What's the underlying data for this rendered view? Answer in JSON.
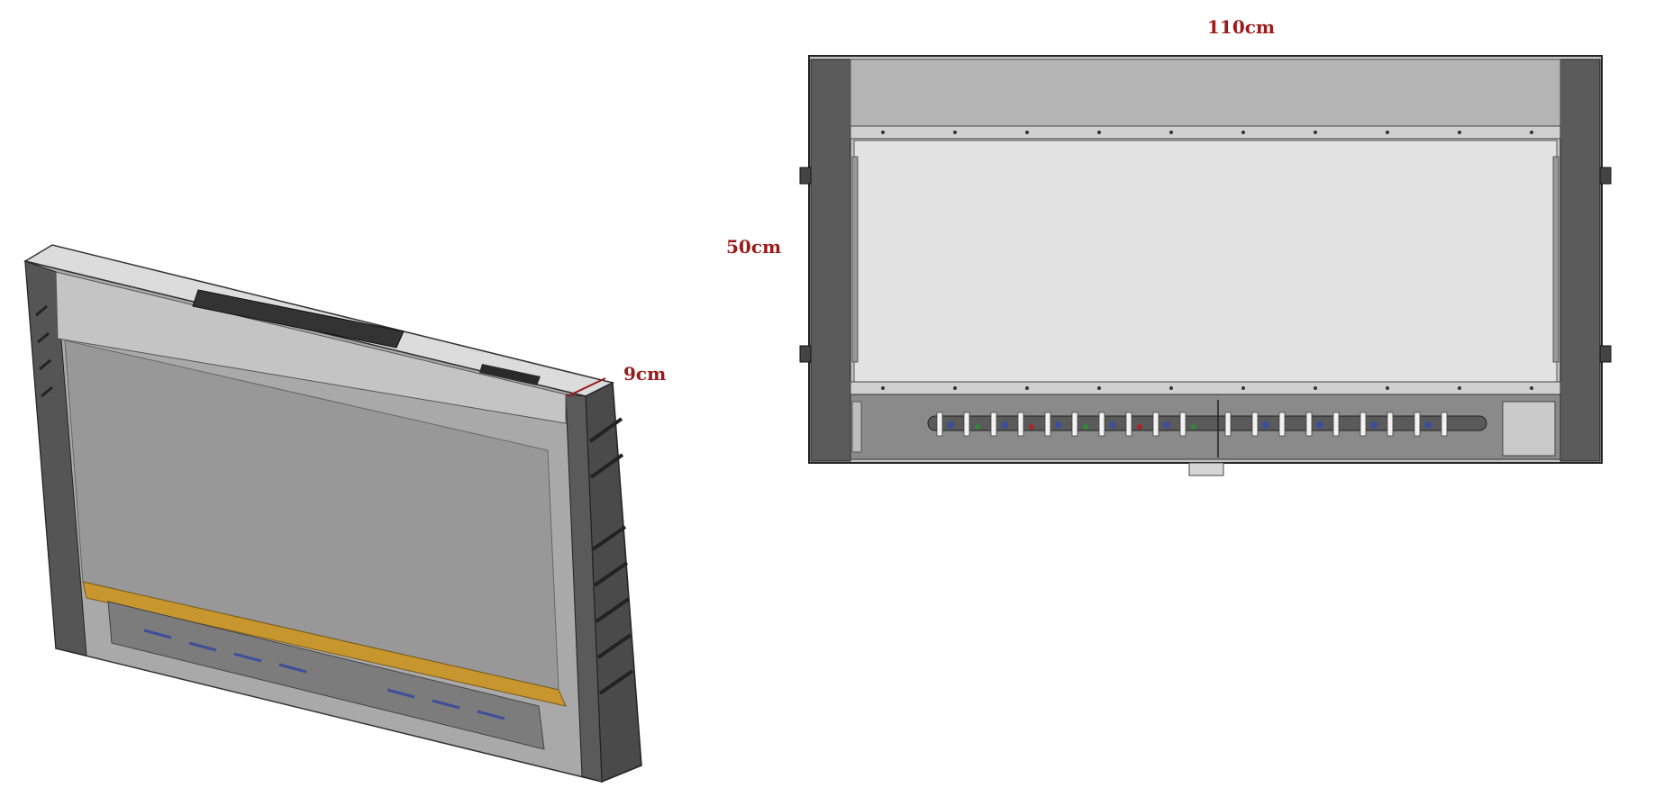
{
  "dimensions": {
    "width": "110cm",
    "height": "50cm",
    "depth": "9cm"
  },
  "colors": {
    "dimension_text": "#9b1b1b",
    "frame_dark": "#595959",
    "panel_light": "#e2e2e2",
    "panel_mid": "#a6a6a6",
    "top_band": "#b4b4b4",
    "trim_strip": "#c8962e",
    "background": "#ffffff"
  }
}
